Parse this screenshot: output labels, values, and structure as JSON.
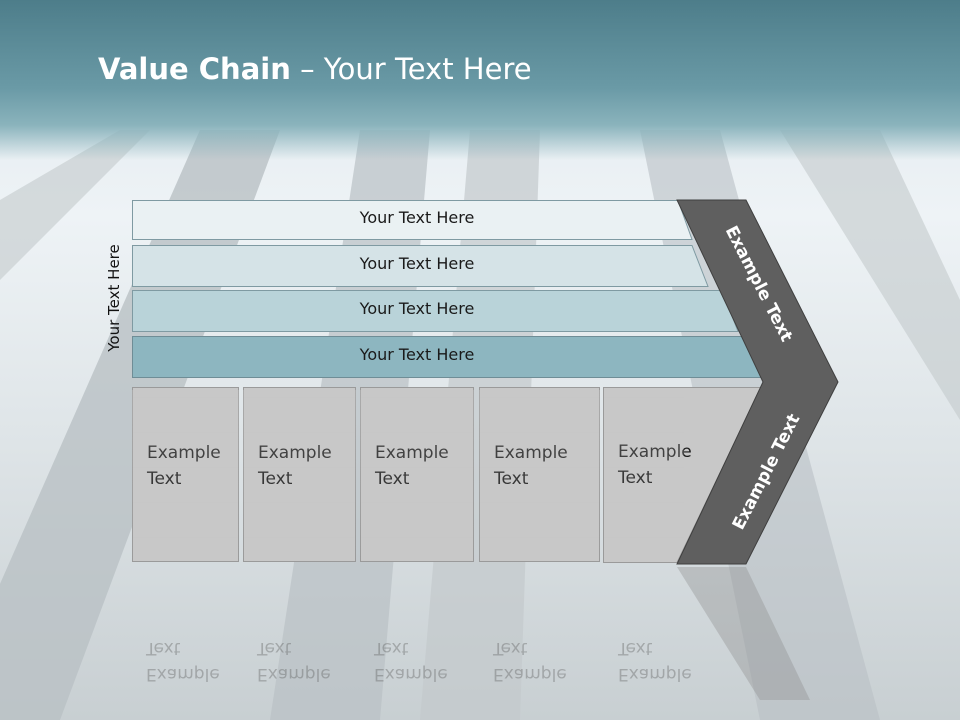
{
  "slide": {
    "title_bold": "Value Chain",
    "title_rest": " – Your Text Here",
    "side_label": "Your Text Here",
    "bars": [
      {
        "label": "Your Text Here",
        "color": "#eaf1f3"
      },
      {
        "label": "Your Text Here",
        "color": "#d5e3e7"
      },
      {
        "label": "Your Text Here",
        "color": "#b9d3d9"
      },
      {
        "label": "Your Text Here",
        "color": "#8db6c0"
      }
    ],
    "columns": [
      {
        "line1": "Example",
        "line2": "Text"
      },
      {
        "line1": "Example",
        "line2": "Text"
      },
      {
        "line1": "Example",
        "line2": "Text"
      },
      {
        "line1": "Example",
        "line2": "Text"
      },
      {
        "line1": "Example",
        "line2": "Text"
      }
    ],
    "chevron_top": "Example Text",
    "chevron_bottom": "Example Text",
    "chevron_color": "#5f5f5f"
  }
}
